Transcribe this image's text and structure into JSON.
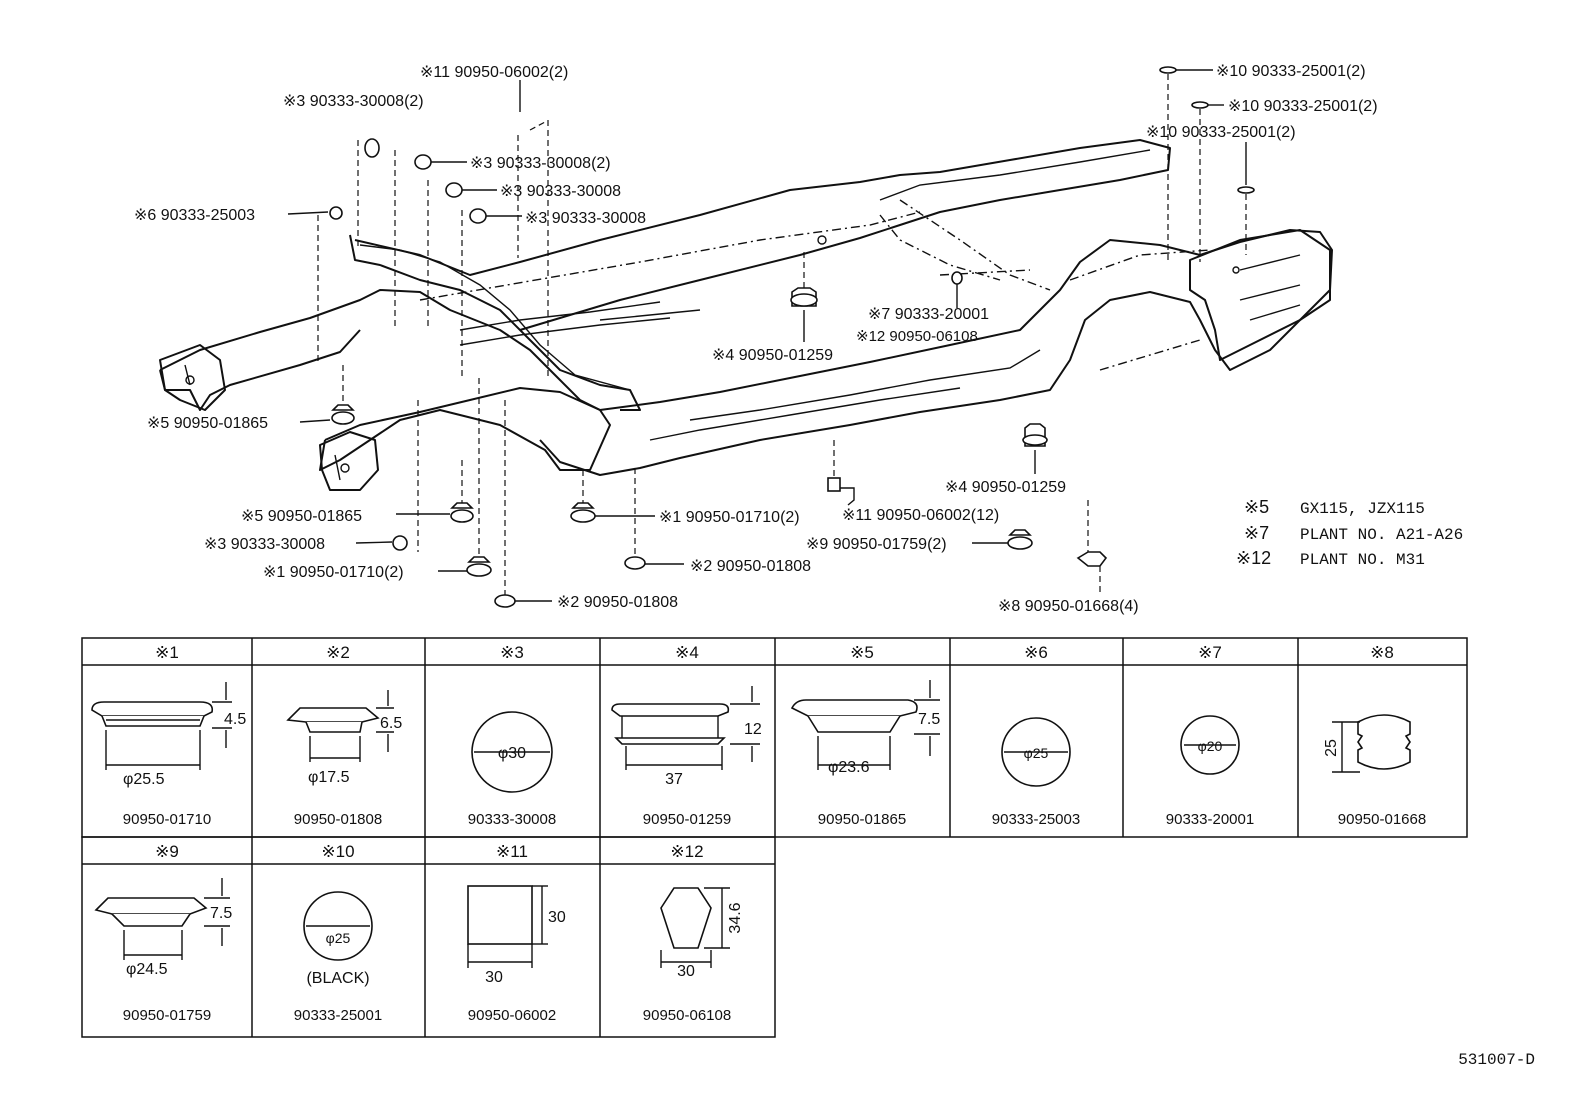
{
  "callouts": [
    {
      "id": "c11a",
      "text": "※11 90950-06002(2)"
    },
    {
      "id": "c3a",
      "text": "※3 90333-30008(2)"
    },
    {
      "id": "c3b",
      "text": "※3 90333-30008(2)"
    },
    {
      "id": "c3c",
      "text": "※3 90333-30008"
    },
    {
      "id": "c3d",
      "text": "※3 90333-30008"
    },
    {
      "id": "c6",
      "text": "※6 90333-25003"
    },
    {
      "id": "c10a",
      "text": "※10 90333-25001(2)"
    },
    {
      "id": "c10b",
      "text": "※10 90333-25001(2)"
    },
    {
      "id": "c10c",
      "text": "※10 90333-25001(2)"
    },
    {
      "id": "c7",
      "text": "※7 90333-20001"
    },
    {
      "id": "c12",
      "text": "※12 90950-06108"
    },
    {
      "id": "c4a",
      "text": "※4 90950-01259"
    },
    {
      "id": "c5a",
      "text": "※5 90950-01865"
    },
    {
      "id": "c4b",
      "text": "※4 90950-01259"
    },
    {
      "id": "c5b",
      "text": "※5 90950-01865"
    },
    {
      "id": "c1a",
      "text": "※1 90950-01710(2)"
    },
    {
      "id": "c11b",
      "text": "※11 90950-06002(12)"
    },
    {
      "id": "c3e",
      "text": "※3 90333-30008"
    },
    {
      "id": "c9",
      "text": "※9 90950-01759(2)"
    },
    {
      "id": "c2a",
      "text": "※2 90950-01808"
    },
    {
      "id": "c1b",
      "text": "※1 90950-01710(2)"
    },
    {
      "id": "c2b",
      "text": "※2 90950-01808"
    },
    {
      "id": "c8",
      "text": "※8 90950-01668(4)"
    }
  ],
  "notes": [
    {
      "mark": "※5",
      "text": "GX115, JZX115"
    },
    {
      "mark": "※7",
      "text": "PLANT NO. A21-A26"
    },
    {
      "mark": "※12",
      "text": "PLANT NO. M31"
    }
  ],
  "table": {
    "row1": [
      {
        "head": "※1",
        "part": "90950-01710",
        "dims": [
          "4.5",
          "φ25.5"
        ]
      },
      {
        "head": "※2",
        "part": "90950-01808",
        "dims": [
          "6.5",
          "φ17.5"
        ]
      },
      {
        "head": "※3",
        "part": "90333-30008",
        "dims": [
          "φ30"
        ]
      },
      {
        "head": "※4",
        "part": "90950-01259",
        "dims": [
          "12",
          "37"
        ]
      },
      {
        "head": "※5",
        "part": "90950-01865",
        "dims": [
          "7.5",
          "φ23.6"
        ]
      },
      {
        "head": "※6",
        "part": "90333-25003",
        "dims": [
          "φ25"
        ]
      },
      {
        "head": "※7",
        "part": "90333-20001",
        "dims": [
          "φ20"
        ]
      },
      {
        "head": "※8",
        "part": "90950-01668",
        "dims": [
          "25"
        ]
      }
    ],
    "row2": [
      {
        "head": "※9",
        "part": "90950-01759",
        "dims": [
          "7.5",
          "φ24.5"
        ]
      },
      {
        "head": "※10",
        "part": "90333-25001",
        "dims": [
          "φ25",
          "(BLACK)"
        ]
      },
      {
        "head": "※11",
        "part": "90950-06002",
        "dims": [
          "30",
          "30"
        ]
      },
      {
        "head": "※12",
        "part": "90950-06108",
        "dims": [
          "34.6",
          "30"
        ]
      }
    ]
  },
  "drawing_id": "531007-D"
}
